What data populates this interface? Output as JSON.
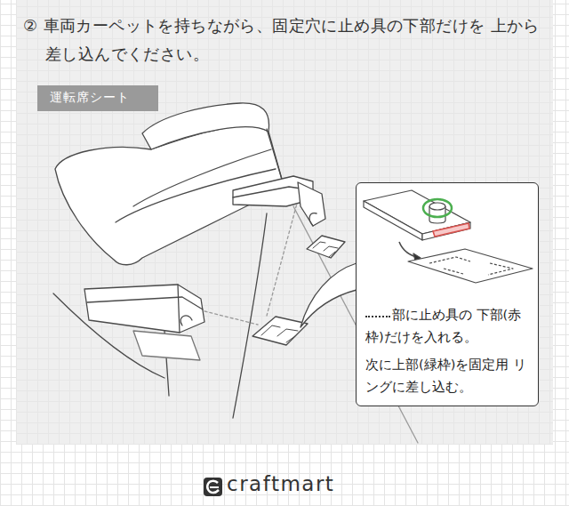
{
  "diagram": {
    "title": "② 車両カーペットを持ちながら、固定穴に止め具の下部だけを 上から差し込んでください。",
    "nodes": [
      {
        "text": [
          "運転席シート"
        ]
      },
      {
        "text": [
          "部に止め具の 下部(赤枠)だけを入れる。",
          "次に上部(緑枠)を固定用 リングに差し込む。"
        ]
      }
    ],
    "edges": [],
    "labels": [
      "craftmart"
    ]
  }
}
